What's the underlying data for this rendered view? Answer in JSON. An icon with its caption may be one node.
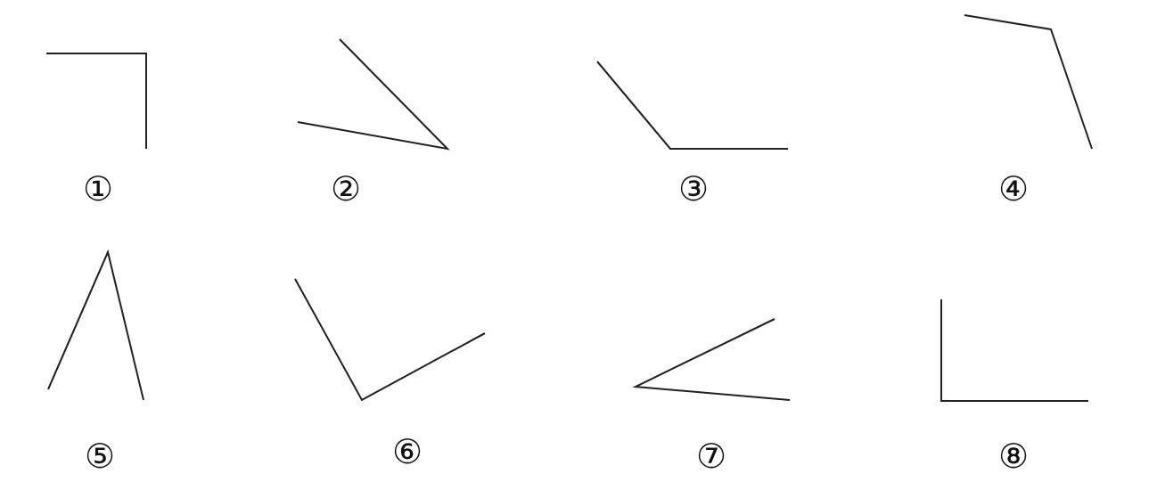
{
  "diagram": {
    "labels": [
      "①",
      "②",
      "③",
      "④",
      "⑤",
      "⑥",
      "⑦",
      "⑧"
    ]
  }
}
